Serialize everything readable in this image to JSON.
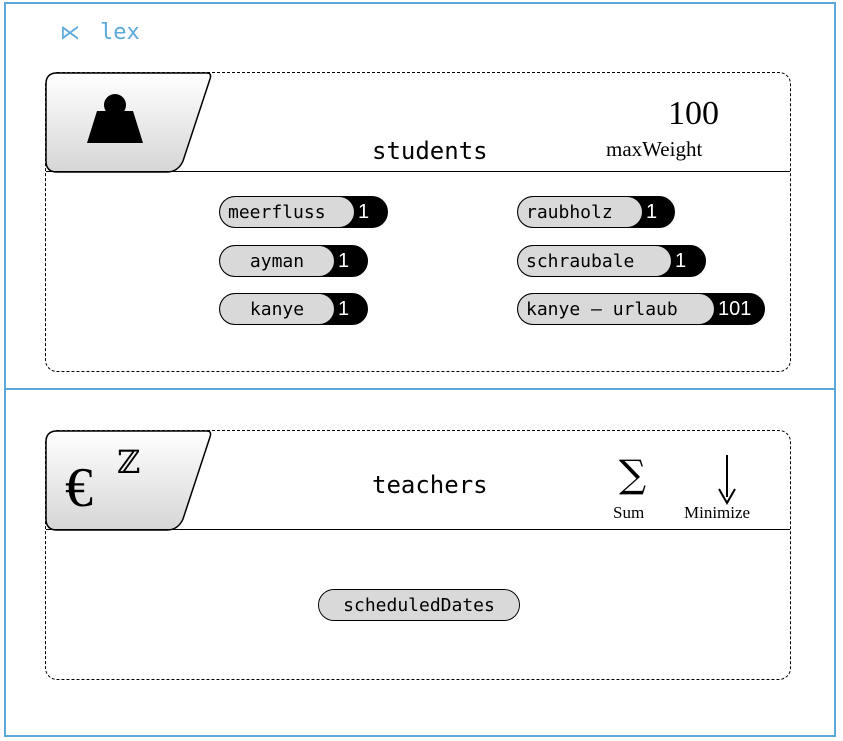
{
  "header": {
    "icon": "lex-icon",
    "title": "lex"
  },
  "students": {
    "icon": "weight-icon",
    "title": "students",
    "max_weight_value": "100",
    "max_weight_label": "maxWeight",
    "chips": [
      {
        "label": "meerfluss",
        "count": "1"
      },
      {
        "label": "raubholz",
        "count": "1"
      },
      {
        "label": "ayman",
        "count": "1"
      },
      {
        "label": "schraubale",
        "count": "1"
      },
      {
        "label": "kanye",
        "count": "1"
      },
      {
        "label": "kanye – urlaub",
        "count": "101"
      }
    ]
  },
  "teachers": {
    "icon": "euro-integer-icon",
    "icon_symbol": "€",
    "icon_superscript": "ℤ",
    "title": "teachers",
    "sum_symbol": "∑",
    "sum_label": "Sum",
    "minimize_label": "Minimize",
    "chip": {
      "label": "scheduledDates"
    }
  }
}
